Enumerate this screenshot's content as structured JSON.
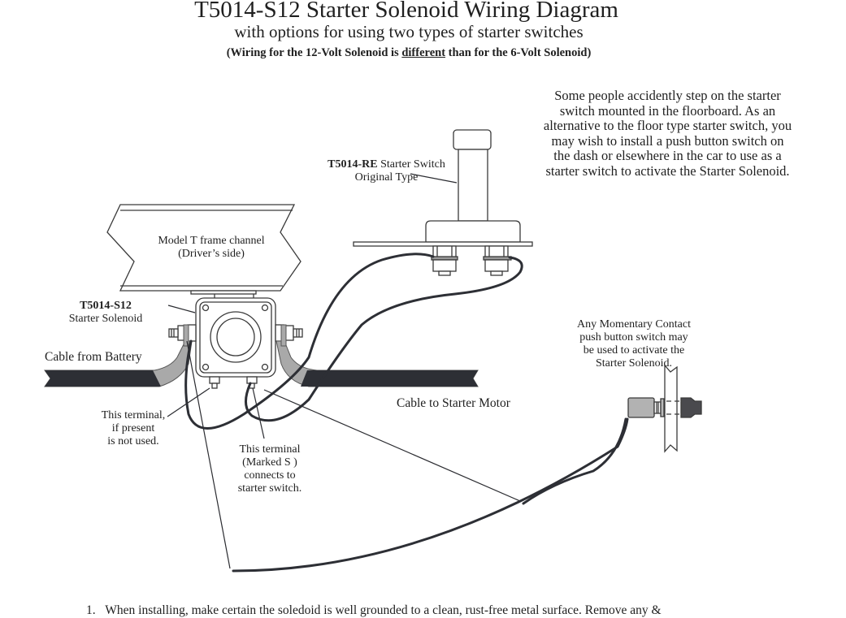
{
  "header": {
    "title": "T5014-S12 Starter Solenoid Wiring Diagram",
    "subtitle": "with options for using two types of starter switches",
    "note_prefix": "(Wiring for the 12-Volt Solenoid is ",
    "note_emphasis": "different",
    "note_suffix": " than for the 6-Volt Solenoid)"
  },
  "callouts": {
    "floor_switch_part": "T5014-RE",
    "floor_switch_desc": " Starter Switch",
    "floor_switch_type": "Original Type",
    "alt_switch_note": [
      "Some people accidently step on the starter",
      "switch mounted in the floorboard.  As an",
      "alternative to the floor type starter switch, you",
      "may wish to install a push button switch on",
      "the dash or elsewhere in the car to use as a",
      "starter switch to activate the Starter Solenoid."
    ],
    "frame_line1": "Model T frame channel",
    "frame_line2": "(Driver’s side)",
    "solenoid_part": "T5014-S12",
    "solenoid_desc": "Starter Solenoid",
    "cable_battery": "Cable from Battery",
    "cable_starter": "Cable to Starter Motor",
    "unused_terminal": [
      "This terminal,",
      "if present",
      "is not used."
    ],
    "s_terminal": [
      "This terminal",
      "(Marked  S )",
      "connects to",
      "starter switch."
    ],
    "pushbutton_note": [
      "Any Momentary Contact",
      "push button switch may",
      "be used to activate the",
      "Starter Solenoid."
    ]
  },
  "footnote": {
    "number": "1.",
    "text": "When installing, make certain the soledoid is well grounded to a clean, rust-free metal surface.  Remove any &"
  },
  "colors": {
    "ink": "#2a2b30",
    "cable": "#2d2f35",
    "lug_gray": "#a9a9a9",
    "switch_gray": "#b2b2b2",
    "button_dark": "#4a4a4e"
  }
}
